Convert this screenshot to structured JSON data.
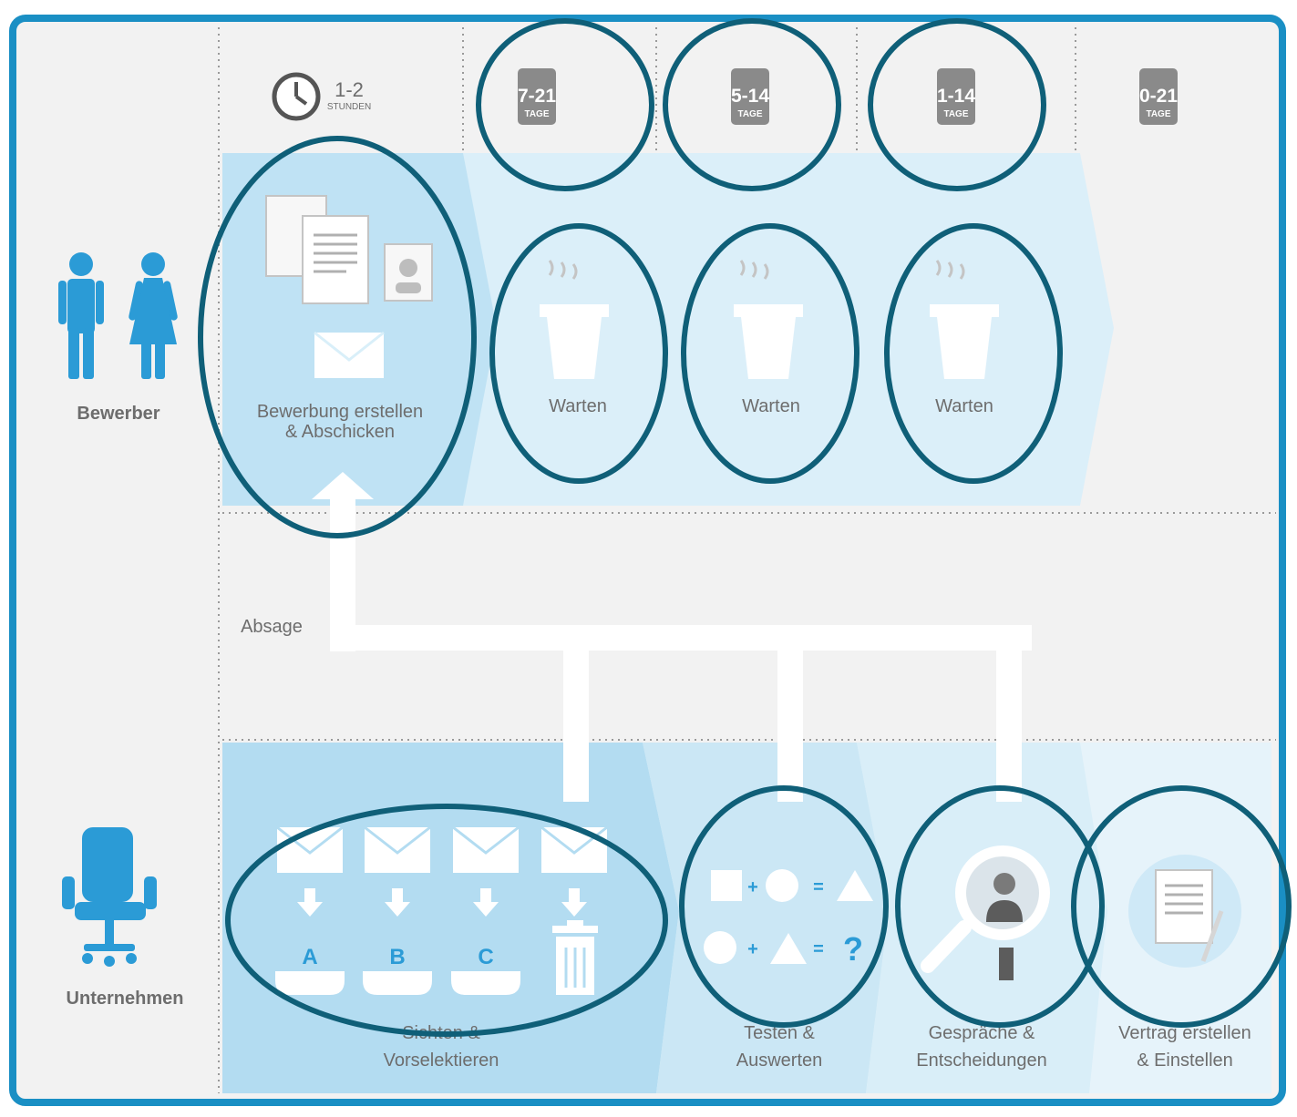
{
  "roles": {
    "applicant": "Bewerber",
    "company": "Unternehmen"
  },
  "rejection_label": "Absage",
  "durations": [
    {
      "value": "1-2",
      "unit": "STUNDEN",
      "icon": "clock-icon"
    },
    {
      "value": "7-21",
      "unit": "TAGE",
      "icon": "calendar-icon"
    },
    {
      "value": "5-14",
      "unit": "TAGE",
      "icon": "calendar-icon"
    },
    {
      "value": "1-14",
      "unit": "TAGE",
      "icon": "calendar-icon"
    },
    {
      "value": "0-21",
      "unit": "TAGE",
      "icon": "calendar-icon"
    }
  ],
  "applicant_steps": [
    {
      "line1": "Bewerbung erstellen",
      "line2": "& Abschicken"
    },
    {
      "line1": "Warten"
    },
    {
      "line1": "Warten"
    },
    {
      "line1": "Warten"
    }
  ],
  "company_steps": [
    {
      "line1": "Sichten &",
      "line2": "Vorselektieren"
    },
    {
      "line1": "Testen &",
      "line2": "Auswerten"
    },
    {
      "line1": "Gespräche &",
      "line2": "Entscheidungen"
    },
    {
      "line1": "Vertrag erstellen",
      "line2": "& Einstellen"
    }
  ],
  "sort_labels": [
    "A",
    "B",
    "C"
  ],
  "test_symbols": {
    "question": "?",
    "plus": "+",
    "equals": "="
  },
  "colors": {
    "frame": "#1a8fc4",
    "accent_blue": "#2b9bd6",
    "lane_light": "#d4ecf8",
    "lane_mid": "#b3dcf1",
    "ellipse_stroke": "#0f5f78",
    "calendar_grey": "#8a8a8a",
    "text_grey": "#6d6d6d"
  }
}
